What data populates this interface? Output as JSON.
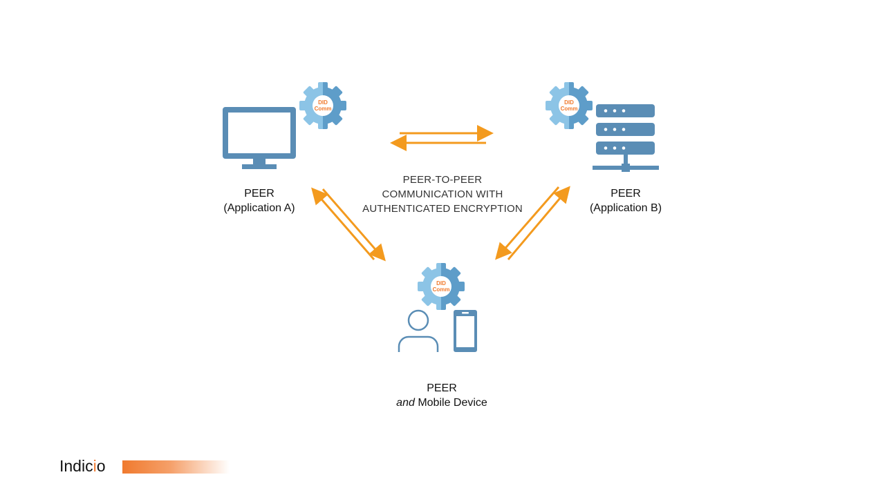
{
  "colors": {
    "icon_blue": "#5A8DB5",
    "gear_light": "#8CC4E6",
    "gear_dark": "#5E9DC9",
    "arrow": "#F39A1E",
    "brand_orange": "#F07A2E"
  },
  "gear_label": {
    "line1": "DID",
    "line2": "Comm"
  },
  "center_label": {
    "line1": "PEER-TO-PEER",
    "line2": "COMMUNICATION WITH",
    "line3": "AUTHENTICATED ENCRYPTION"
  },
  "peer_a": {
    "line1": "PEER",
    "line2": "(Application A)",
    "icon": "monitor-icon"
  },
  "peer_b": {
    "line1": "PEER",
    "line2": "(Application B)",
    "icon": "server-icon"
  },
  "peer_mobile": {
    "line1": "PEER",
    "line2_italic": "and",
    "line2_rest": " Mobile Device",
    "icons": [
      "person-icon",
      "smartphone-icon"
    ]
  },
  "logo": {
    "part1": "Indic",
    "part2": "i",
    "part3": "o"
  }
}
